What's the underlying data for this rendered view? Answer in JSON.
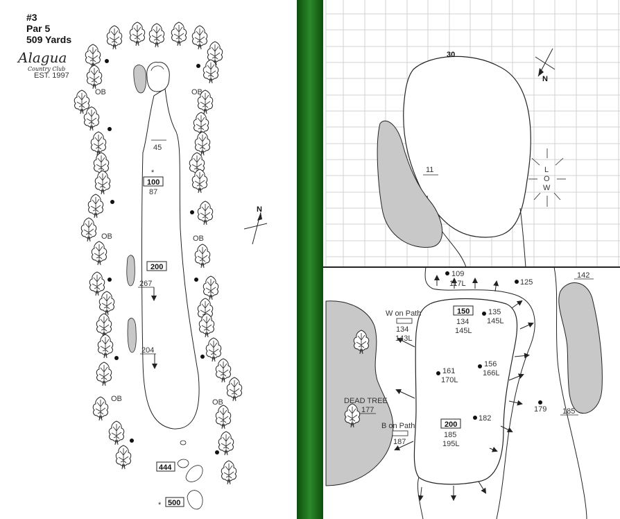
{
  "hole": {
    "number": "#3",
    "par": "Par 5",
    "yards": "509 Yards"
  },
  "logo": {
    "name": "Alagua",
    "subtitle": "Country Club",
    "est": "EST. 1997"
  },
  "overview": {
    "ob": [
      "OB",
      "OB",
      "OB",
      "OB",
      "OB",
      "OB"
    ],
    "yardage_45": "45",
    "marker_100": "100",
    "yardage_87": "87",
    "marker_200": "200",
    "yardage_267": "267",
    "yardage_204": "204",
    "marker_444": "444",
    "marker_500": "500",
    "asterisk": "*",
    "north": "N"
  },
  "green_detail": {
    "depth": "30",
    "left_bunker": "11",
    "low": [
      "L",
      "O",
      "W"
    ],
    "north": "N"
  },
  "approach_detail": {
    "labels": {
      "p109": "109",
      "p117L": "117L",
      "p125": "125",
      "p142": "142",
      "m150": "150",
      "p134": "134",
      "p145L": "145L",
      "p135": "135",
      "p145L_b": "145L",
      "w_on_path": "W on Path",
      "w134": "134",
      "w143L": "143L",
      "p161": "161",
      "p170L": "170L",
      "p156": "156",
      "p166L": "166L",
      "dead_tree": "DEAD TREE",
      "p177": "177",
      "p179": "179",
      "p185": "185",
      "m200": "200",
      "p185b": "185",
      "p195L": "195L",
      "p182": "182",
      "b_on_path": "B on Path",
      "b187": "187"
    }
  },
  "colors": {
    "divider_green": "#1f7a1f",
    "hazard_gray": "#c8c8c8",
    "grid": "#d0d0d0"
  }
}
